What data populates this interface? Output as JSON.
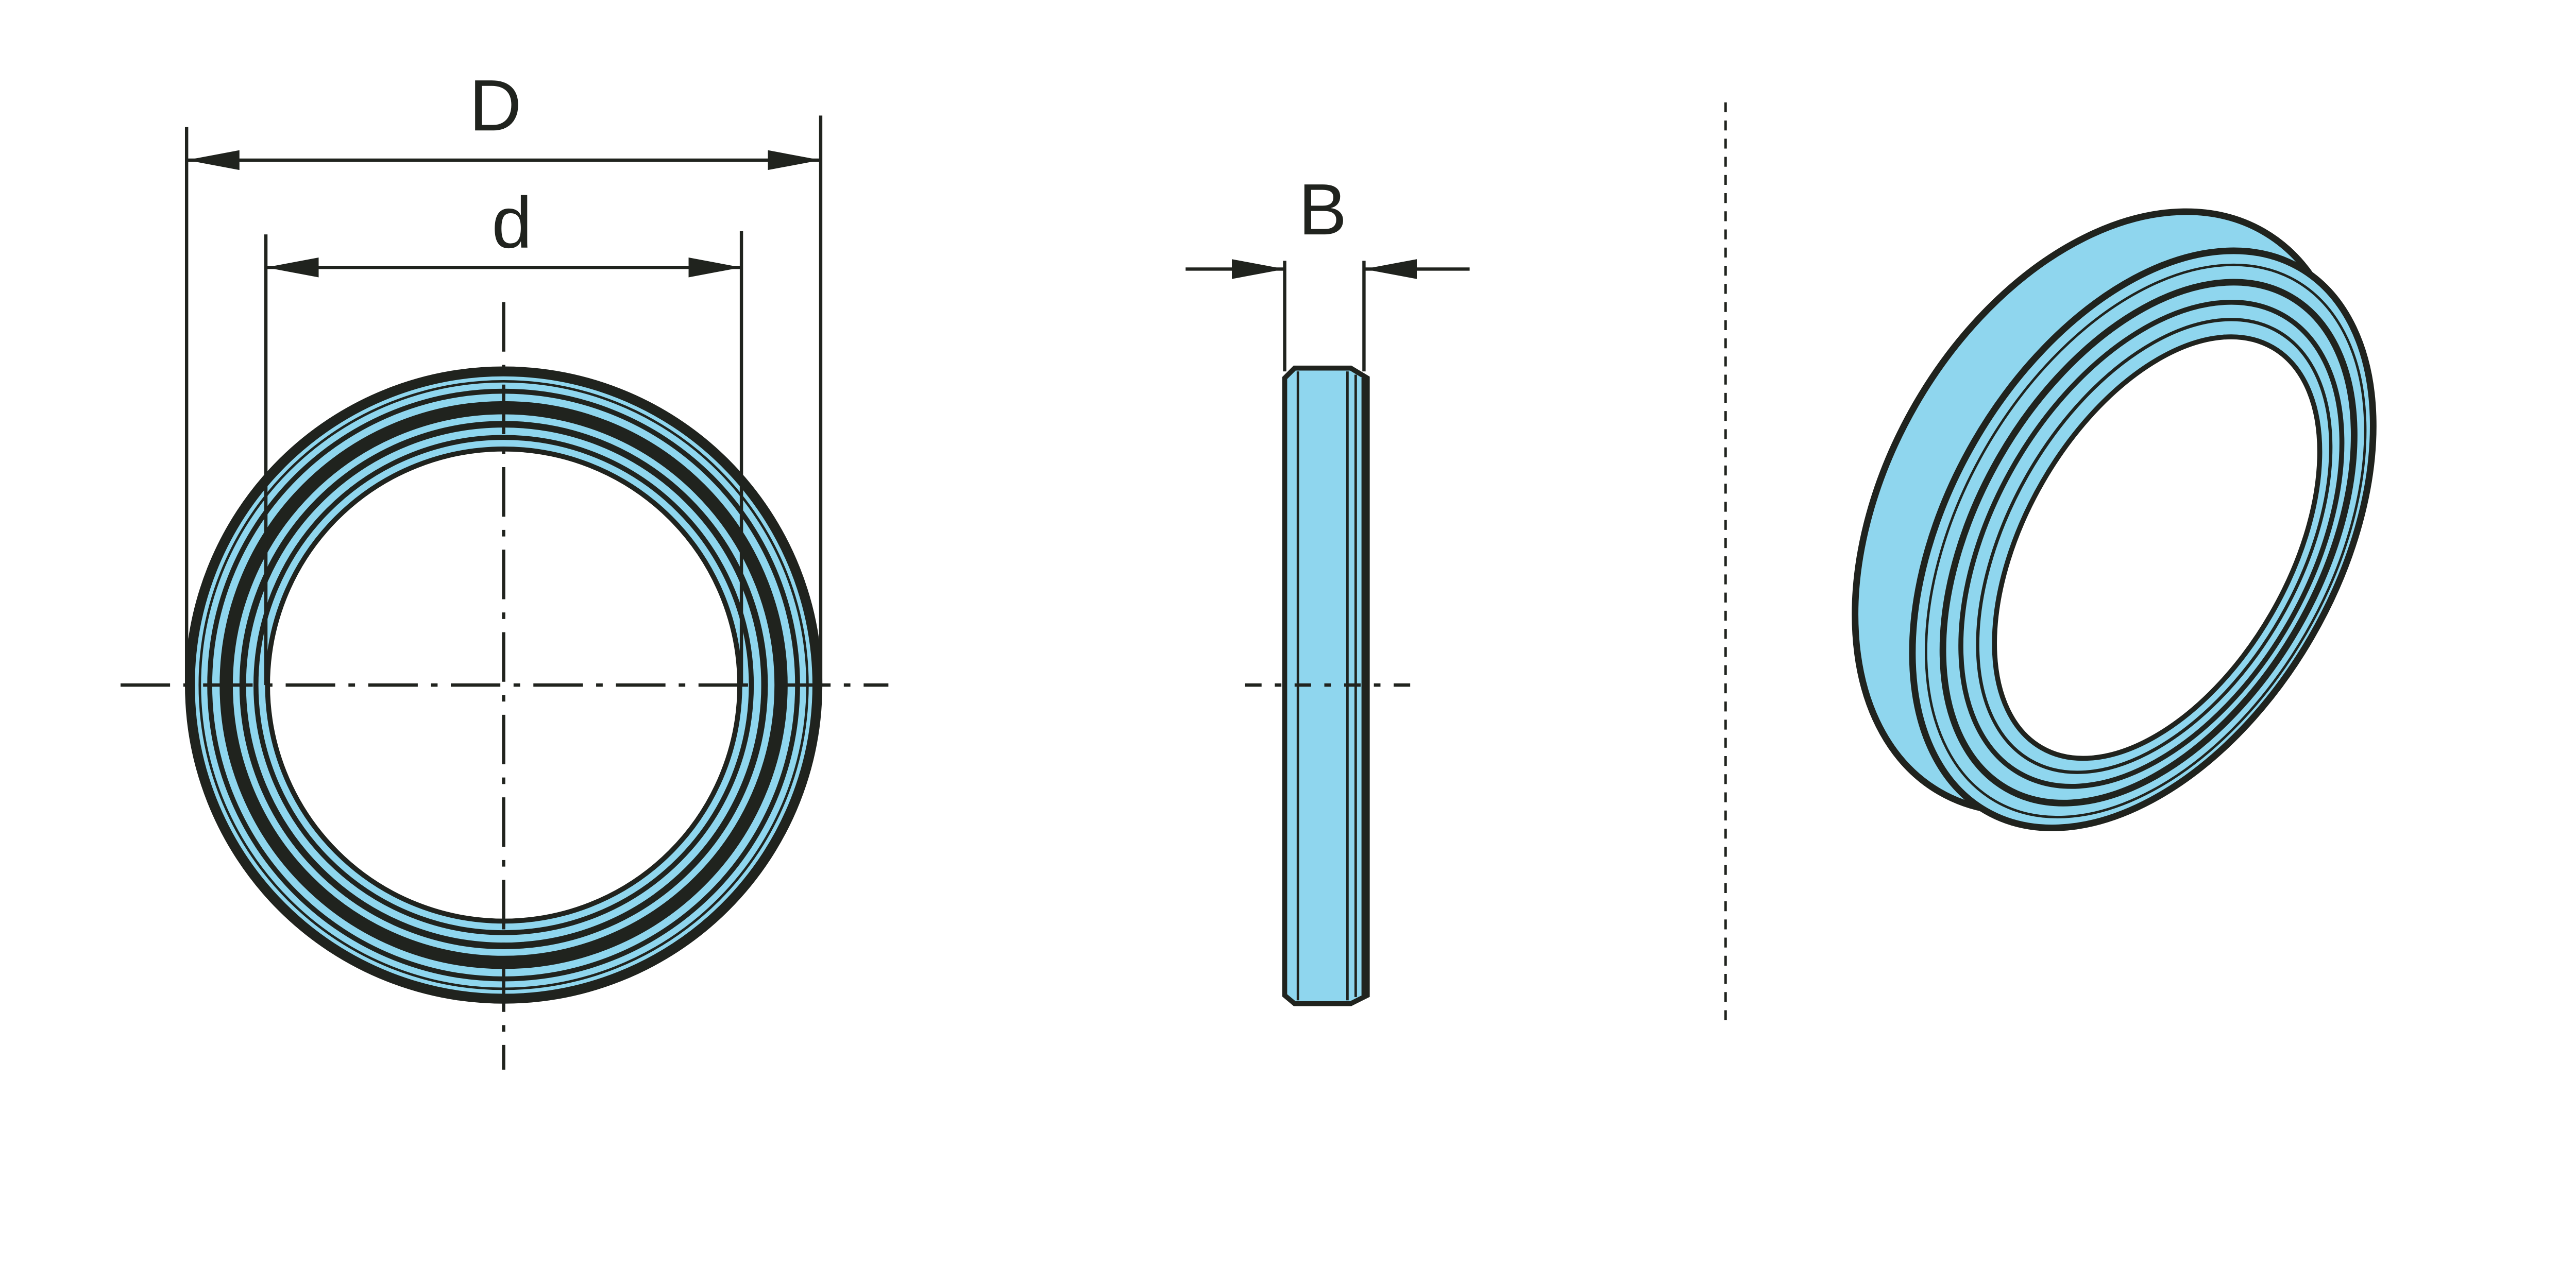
{
  "colors": {
    "fill": "#8fd6ee",
    "line": "#20231e"
  },
  "dimensions": {
    "outer_diameter": "D",
    "inner_diameter": "d",
    "width": "B"
  }
}
